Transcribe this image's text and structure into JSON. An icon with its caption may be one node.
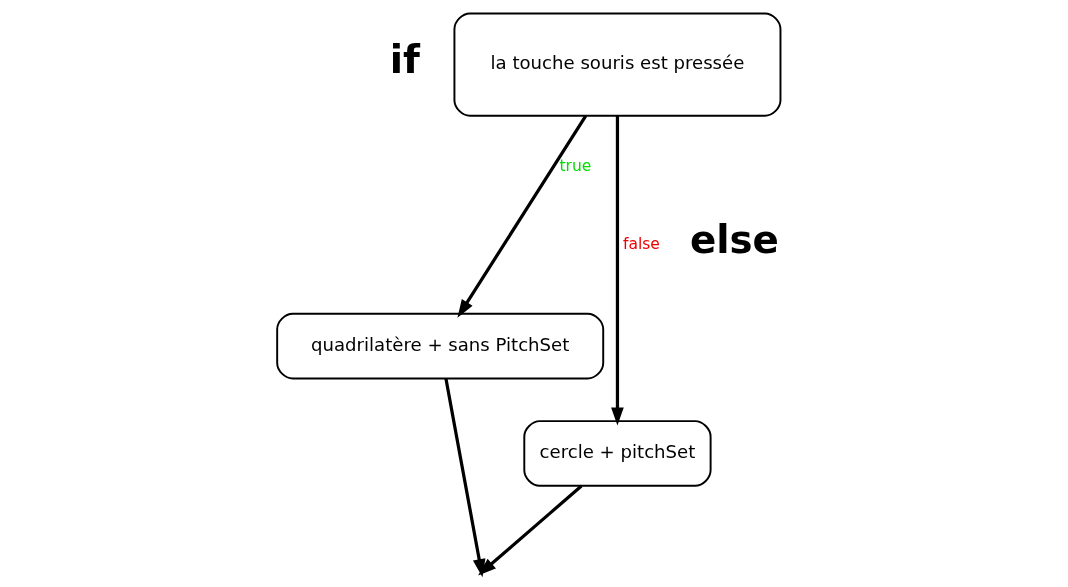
{
  "diagram": {
    "nodes": [
      {
        "text": [
          "la touche souris est pressée"
        ],
        "beside": [
          "if"
        ]
      },
      {
        "text": [
          "quadrilatère + sans PitchSet"
        ]
      },
      {
        "text": [
          "cercle + pitchSet"
        ]
      }
    ],
    "edges": [
      {
        "from": 0,
        "to": 1,
        "arrow": "to",
        "label": "true"
      },
      {
        "from": 0,
        "to": 2,
        "arrow": "to",
        "label": "false"
      },
      {
        "from": 1,
        "to": null,
        "arrow": "to"
      },
      {
        "from": 2,
        "to": null,
        "arrow": "to"
      }
    ],
    "labels": [
      "else"
    ]
  }
}
